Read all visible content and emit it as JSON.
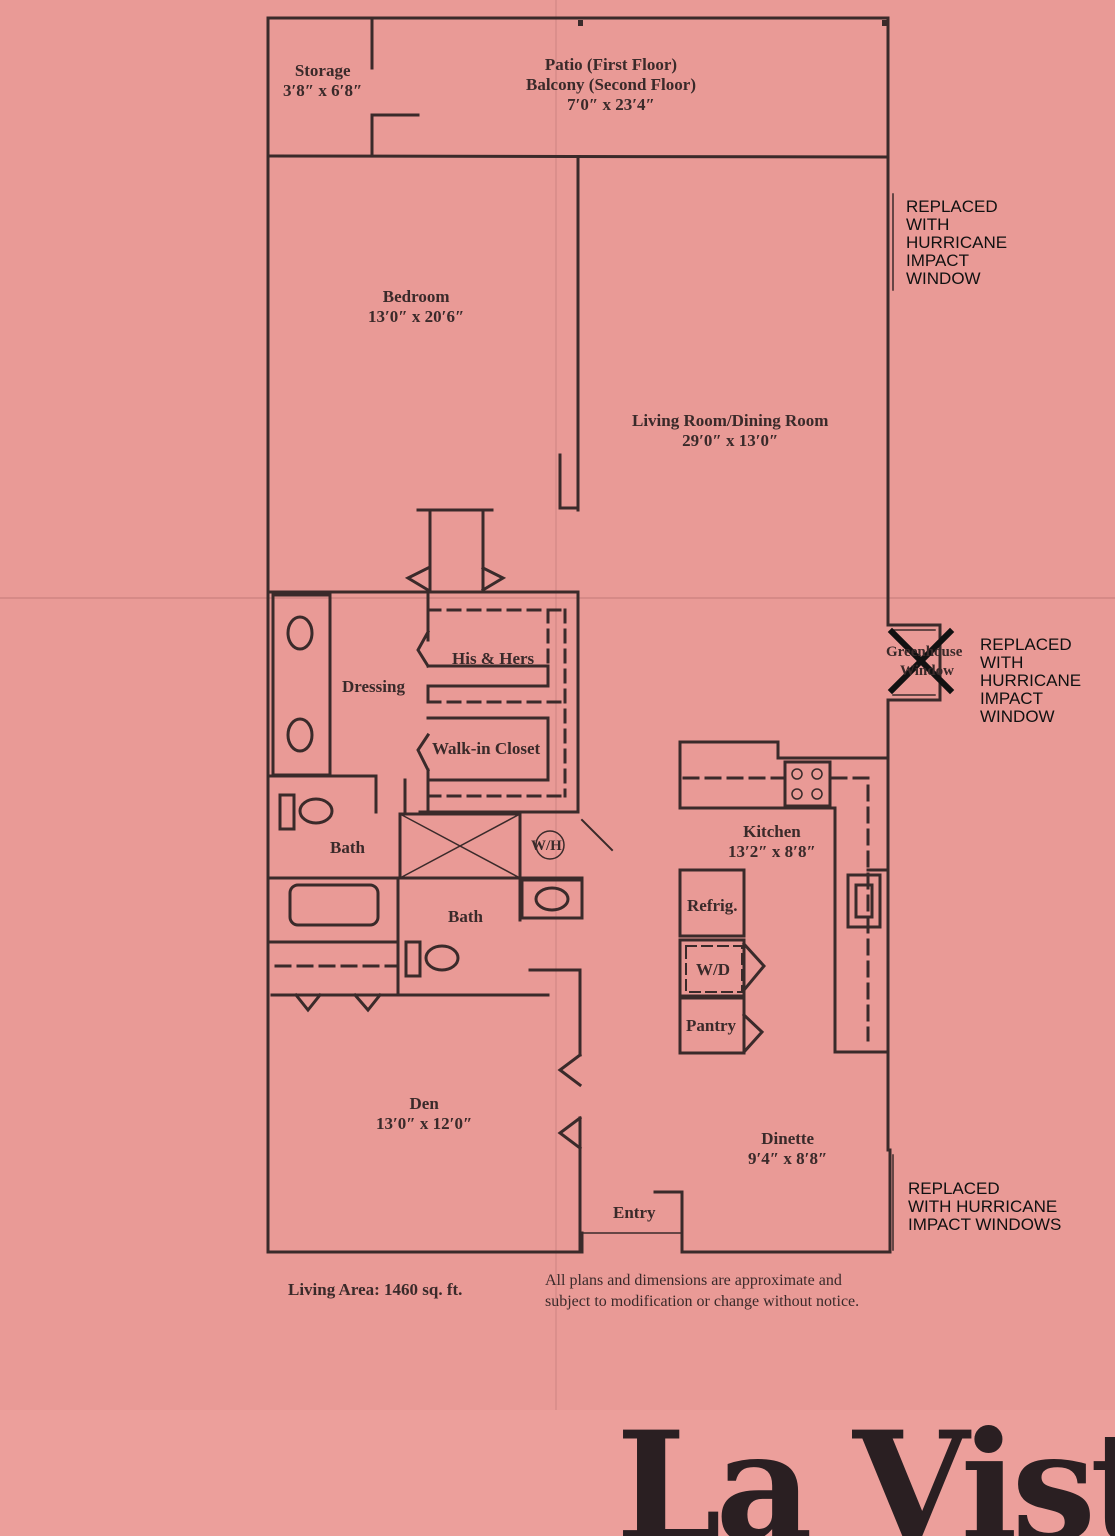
{
  "rooms": {
    "storage": {
      "name": "Storage",
      "dim": "3′8″ x 6′8″"
    },
    "patio": {
      "line1": "Patio (First Floor)",
      "line2": "Balcony (Second Floor)",
      "dim": "7′0″ x 23′4″"
    },
    "bedroom": {
      "name": "Bedroom",
      "dim": "13′0″ x 20′6″"
    },
    "living": {
      "name": "Living Room/Dining Room",
      "dim": "29′0″ x 13′0″"
    },
    "dressing": {
      "name": "Dressing"
    },
    "his_hers": {
      "name": "His & Hers"
    },
    "walk_in": {
      "name": "Walk-in Closet"
    },
    "bath1": {
      "name": "Bath"
    },
    "bath2": {
      "name": "Bath"
    },
    "wh": {
      "name": "W/H"
    },
    "kitchen": {
      "name": "Kitchen",
      "dim": "13′2″ x 8′8″"
    },
    "refrig": {
      "name": "Refrig."
    },
    "wd": {
      "name": "W/D"
    },
    "pantry": {
      "name": "Pantry"
    },
    "den": {
      "name": "Den",
      "dim": "13′0″ x 12′0″"
    },
    "dinette": {
      "name": "Dinette",
      "dim": "9′4″ x 8′8″"
    },
    "entry": {
      "name": "Entry"
    },
    "greenhouse": {
      "line1": "Greenhouse",
      "line2": "Window"
    }
  },
  "notes": {
    "n1": [
      "REPLACED",
      "WITH",
      "HURRICANE",
      "IMPACT",
      "WINDOW"
    ],
    "n2": [
      "REPLACED",
      "WITH",
      "HURRICANE",
      "IMPACT",
      "WINDOW"
    ],
    "n3": [
      "REPLACED",
      "WITH HURRICANE",
      "IMPACT WINDOWS"
    ]
  },
  "footer": {
    "living_area": "Living Area: 1460 sq. ft.",
    "disclaimer_line1": "All plans and dimensions are approximate and",
    "disclaimer_line2": "subject to modification or change without notice."
  },
  "brand": "La Vista",
  "colors": {
    "paper": "#e99a96",
    "ink": "#3a2a2a",
    "mark": "#111111"
  }
}
